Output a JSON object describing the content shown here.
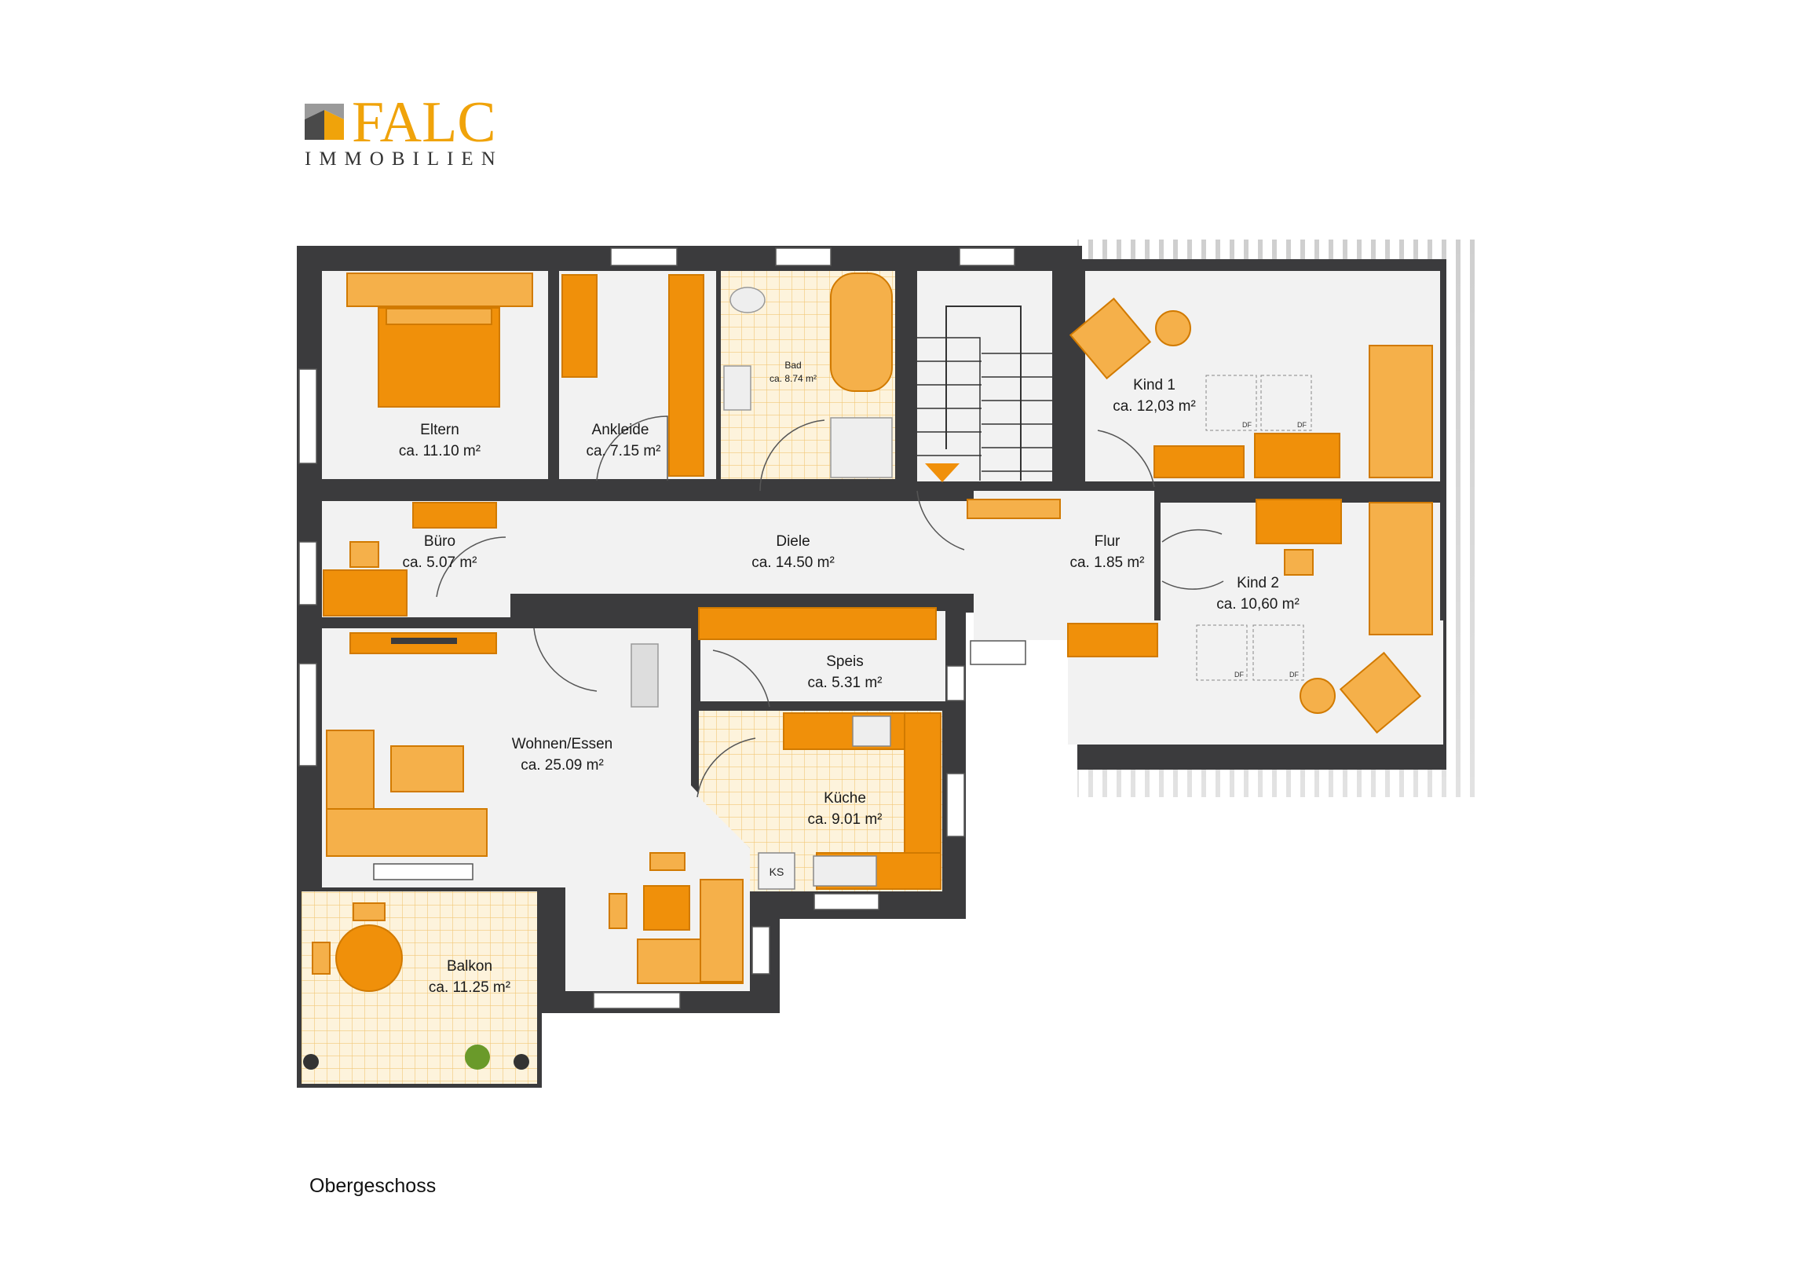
{
  "brand": {
    "name": "FALC",
    "subtitle": "IMMOBILIEN",
    "accent_color": "#f0a30a",
    "icon": "falc-logo-icon"
  },
  "floor_label": "Obergeschoss",
  "rooms": {
    "eltern": {
      "name": "Eltern",
      "area": "ca. 11.10 m²"
    },
    "ankleide": {
      "name": "Ankleide",
      "area": "ca. 7.15 m²"
    },
    "bad": {
      "name": "Bad",
      "area": "ca. 8.74 m²"
    },
    "kind1": {
      "name": "Kind 1",
      "area": "ca. 12,03 m²"
    },
    "buero": {
      "name": "Büro",
      "area": "ca. 5.07 m²"
    },
    "diele": {
      "name": "Diele",
      "area": "ca. 14.50 m²"
    },
    "flur": {
      "name": "Flur",
      "area": "ca. 1.85 m²"
    },
    "kind2": {
      "name": "Kind 2",
      "area": "ca. 10,60 m²"
    },
    "speis": {
      "name": "Speis",
      "area": "ca. 5.31 m²"
    },
    "wohnen": {
      "name": "Wohnen/Essen",
      "area": "ca. 25.09 m²"
    },
    "kueche": {
      "name": "Küche",
      "area": "ca. 9.01 m²"
    },
    "balkon": {
      "name": "Balkon",
      "area": "ca. 11.25 m²"
    }
  },
  "labels": {
    "dachfenster": "DF",
    "kuehlschrank": "KS"
  },
  "colors": {
    "wall": "#3b3b3d",
    "floor": "#f2f2f2",
    "furniture": "#f0900a",
    "tile": "#fdf3dc"
  }
}
